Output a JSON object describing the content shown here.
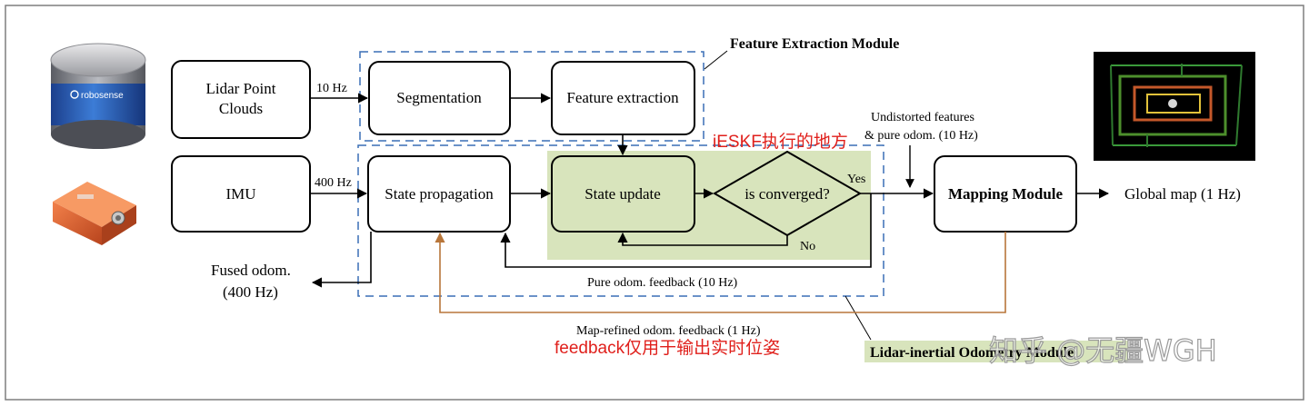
{
  "nodes": {
    "lidar": [
      "Lidar Point",
      "Clouds"
    ],
    "imu": "IMU",
    "segmentation": "Segmentation",
    "feature_extraction": "Feature extraction",
    "state_propagation": "State propagation",
    "state_update": "State update",
    "converged": "is converged?",
    "mapping": "Mapping Module"
  },
  "labels": {
    "hz10": "10 Hz",
    "hz400": "400 Hz",
    "yes": "Yes",
    "no": "No",
    "undistorted": [
      "Undistorted features",
      "& pure odom. (10 Hz)"
    ],
    "global_map": "Global map (1 Hz)",
    "fused": [
      "Fused odom.",
      "(400 Hz)"
    ],
    "pure_feedback": "Pure odom. feedback (10 Hz)",
    "map_refined": "Map-refined odom. feedback (1 Hz)",
    "feature_module": "Feature Extraction Module",
    "lio_module": "Lidar-inertial Odometry Module"
  },
  "annotations": {
    "ieskf": "iESKF执行的地方",
    "feedback_note": "feedback仅用于输出实时位姿",
    "watermark": "知乎 @无疆WGH"
  },
  "device_labels": {
    "lidar_brand": "robosense"
  },
  "colors": {
    "dashed_box": "#3a6fb5",
    "highlight": "#d8e4bc",
    "feedback_line": "#b8763a",
    "annotation_red": "#e0201c"
  }
}
